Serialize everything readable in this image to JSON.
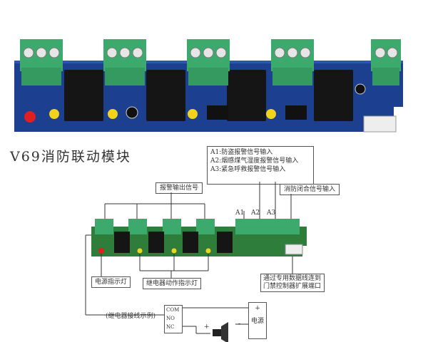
{
  "title": "V69消防联动模块",
  "inputs_box": {
    "lines": [
      "A1:防盗报警信号输入",
      "A2:烟感煤气湿度报警信号输入",
      "A3:紧急呼救报警信号输入"
    ]
  },
  "labels": {
    "alarm_output": "报警输出信号",
    "fire_close_input": "消防闭合信号输入",
    "a1": "A1",
    "a2": "A2",
    "a3": "A3",
    "power_indicator": "电源指示灯",
    "relay_indicator": "继电器动作指示灯",
    "data_line": "通过专用数据线连到门禁控制器扩展端口",
    "wiring_example": "(继电器接线示例)",
    "com": "COM",
    "no": "NO",
    "nc": "NC",
    "power": "电源",
    "plus1": "+",
    "plus2": "+",
    "minus": "-"
  },
  "colors": {
    "pcb": "#1c3f8f",
    "pcb_lower": "#2e7d3b",
    "terminal": "#3daa6d",
    "relay": "#1a1a1a",
    "led_red": "#e02020",
    "led_yellow": "#f2d21b"
  }
}
